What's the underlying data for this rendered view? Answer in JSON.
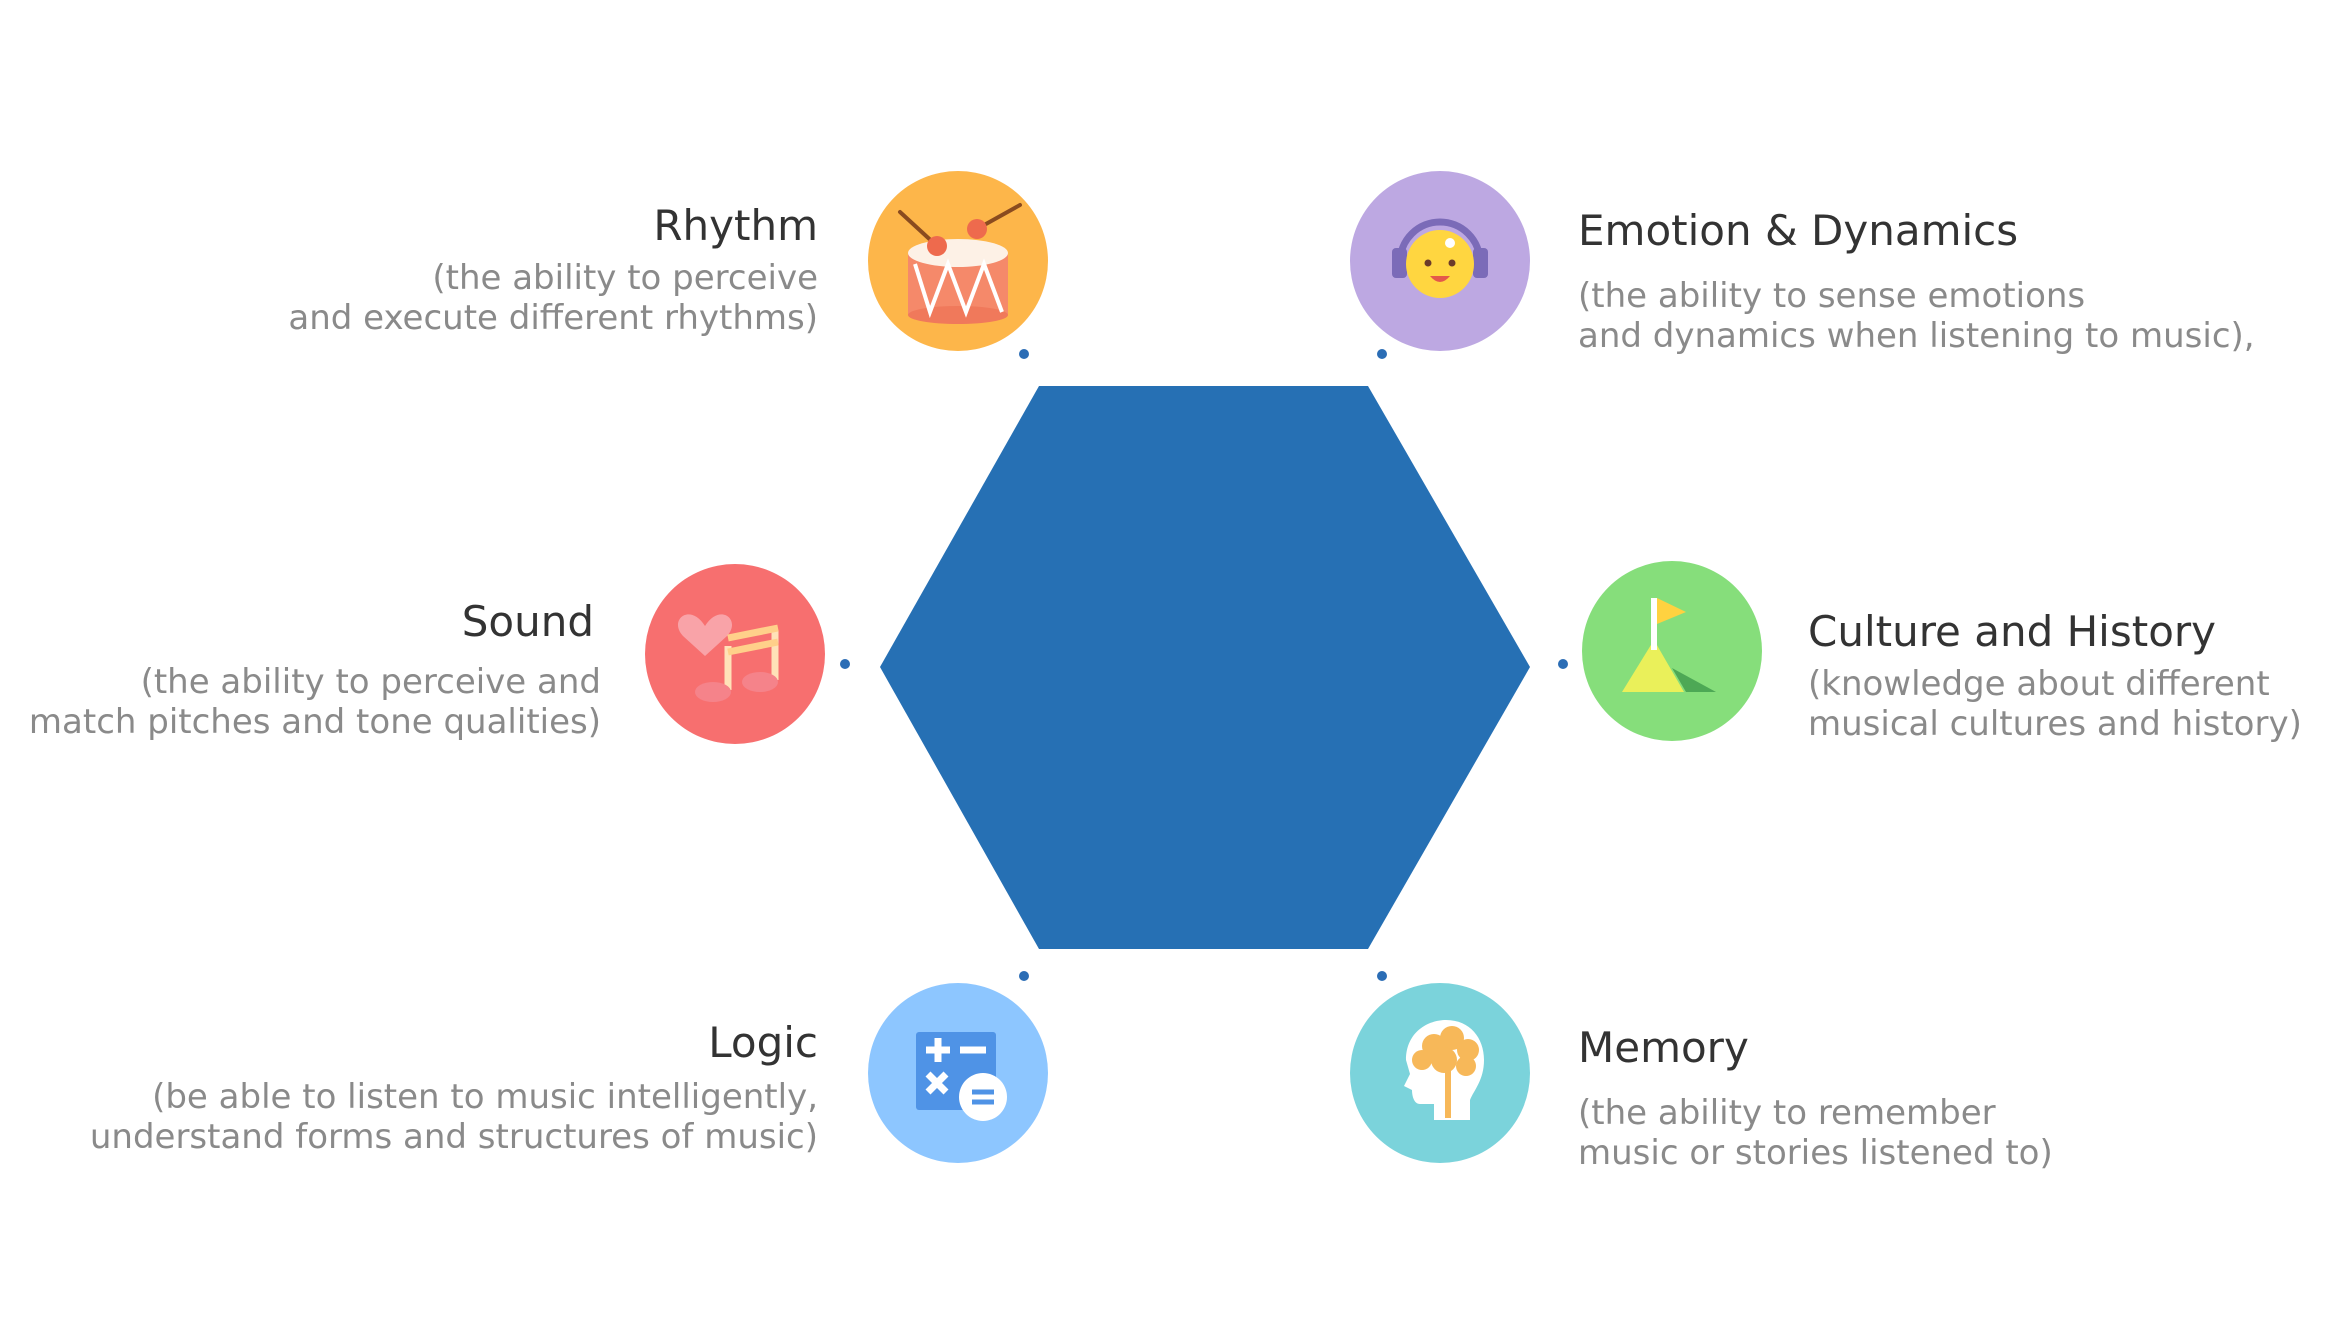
{
  "colors": {
    "hexagon": "#2670B4",
    "dot": "#2B6DB5",
    "rhythm": "#FDB64A",
    "emotion": "#BDA8E2",
    "sound": "#F76F6F",
    "culture": "#86DE7B",
    "logic": "#8DC6FF",
    "memory": "#7BD3DB",
    "title_text": "#333333",
    "desc_text": "#8A8A8A"
  },
  "items": [
    {
      "key": "rhythm",
      "icon": "drum-icon",
      "title": "Rhythm",
      "desc_lines": [
        "(the ability to perceive ",
        "and execute different rhythms)"
      ]
    },
    {
      "key": "emotion",
      "icon": "headphones-face-icon",
      "title": "Emotion & Dynamics",
      "desc_lines": [
        "(the ability to sense emotions",
        "and dynamics when listening to music),"
      ]
    },
    {
      "key": "sound",
      "icon": "heart-music-note-icon",
      "title": "Sound",
      "desc_lines": [
        "(the ability to perceive and",
        "match pitches and tone qualities)"
      ]
    },
    {
      "key": "culture",
      "icon": "mountain-flag-icon",
      "title": "Culture and History",
      "desc_lines": [
        "(knowledge about different",
        " musical cultures and history)"
      ]
    },
    {
      "key": "logic",
      "icon": "calculator-icon",
      "title": "Logic",
      "desc_lines": [
        "(be able to listen to music intelligently,",
        "understand forms and structures of music)"
      ]
    },
    {
      "key": "memory",
      "icon": "brain-head-icon",
      "title": "Memory",
      "desc_lines": [
        "(the ability to remember",
        "music or stories listened to)"
      ]
    }
  ]
}
